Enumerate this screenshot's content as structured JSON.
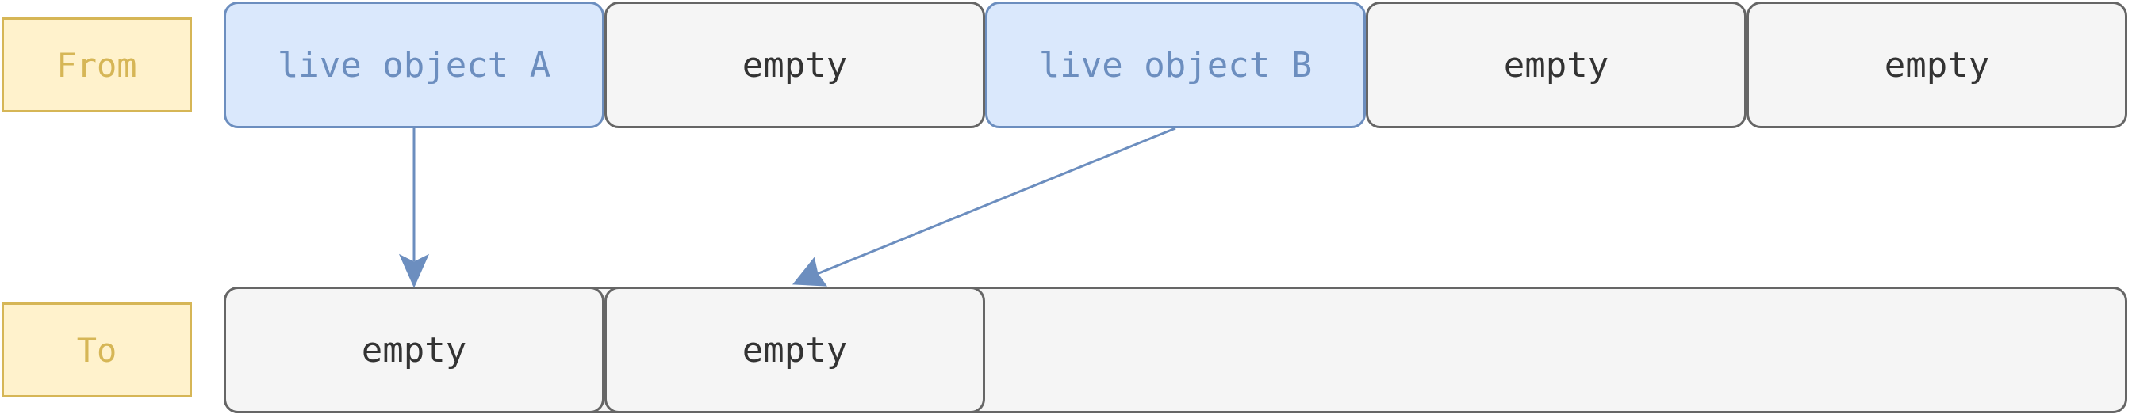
{
  "labels": {
    "from": "From",
    "to": "To"
  },
  "from_row": [
    {
      "text": "live object A",
      "kind": "live"
    },
    {
      "text": "empty",
      "kind": "empty"
    },
    {
      "text": "live object B",
      "kind": "live"
    },
    {
      "text": "empty",
      "kind": "empty"
    },
    {
      "text": "empty",
      "kind": "empty"
    }
  ],
  "to_row": [
    {
      "text": "empty",
      "kind": "empty"
    },
    {
      "text": "empty",
      "kind": "empty"
    }
  ],
  "colors": {
    "label_fill": "#fff2cc",
    "label_stroke": "#d6b656",
    "live_fill": "#dae8fc",
    "live_stroke": "#6c8ebf",
    "empty_fill": "#f5f5f5",
    "empty_stroke": "#666666",
    "arrow": "#6c8ebf"
  }
}
